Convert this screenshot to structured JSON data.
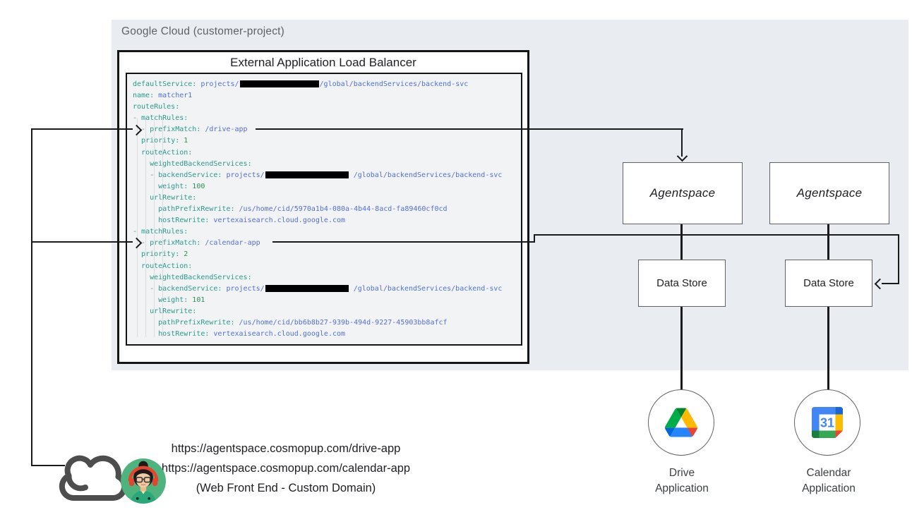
{
  "panel": {
    "title": "Google Cloud (customer-project)"
  },
  "load_balancer": {
    "title": "External Application Load Balancer"
  },
  "code": {
    "lines": [
      [
        {
          "c": "k",
          "t": "defaultService:"
        },
        {
          "c": "s",
          "t": " projects/"
        },
        {
          "c": "r",
          "w": 112
        },
        {
          "c": "s",
          "t": "/global/backendServices/backend-svc"
        }
      ],
      [
        {
          "c": "k",
          "t": "name:"
        },
        {
          "c": "s",
          "t": " matcher1"
        }
      ],
      [
        {
          "c": "k",
          "t": "routeRules:"
        }
      ],
      [
        {
          "c": "d",
          "t": "- "
        },
        {
          "c": "k",
          "t": "matchRules:"
        }
      ],
      [
        {
          "c": "p",
          "t": "  "
        },
        {
          "c": "d",
          "t": "- "
        },
        {
          "c": "k",
          "t": "prefixMatch:"
        },
        {
          "c": "s",
          "t": " /drive-app"
        }
      ],
      [
        {
          "c": "p",
          "t": "  "
        },
        {
          "c": "k",
          "t": "priority:"
        },
        {
          "c": "n",
          "t": " 1"
        }
      ],
      [
        {
          "c": "p",
          "t": "  "
        },
        {
          "c": "k",
          "t": "routeAction:"
        }
      ],
      [
        {
          "c": "p",
          "t": "    "
        },
        {
          "c": "k",
          "t": "weightedBackendServices:"
        }
      ],
      [
        {
          "c": "p",
          "t": "    "
        },
        {
          "c": "d",
          "t": "- "
        },
        {
          "c": "k",
          "t": "backendService:"
        },
        {
          "c": "s",
          "t": " projects/"
        },
        {
          "c": "r",
          "w": 118
        },
        {
          "c": "s",
          "t": " /global/backendServices/backend-svc"
        }
      ],
      [
        {
          "c": "p",
          "t": "      "
        },
        {
          "c": "k",
          "t": "weight:"
        },
        {
          "c": "n",
          "t": " 100"
        }
      ],
      [
        {
          "c": "p",
          "t": "    "
        },
        {
          "c": "k",
          "t": "urlRewrite:"
        }
      ],
      [
        {
          "c": "p",
          "t": "      "
        },
        {
          "c": "k",
          "t": "pathPrefixRewrite:"
        },
        {
          "c": "s",
          "t": " /us/home/cid/5970a1b4-080a-4b44-8acd-fa89460cf0cd"
        }
      ],
      [
        {
          "c": "p",
          "t": "      "
        },
        {
          "c": "k",
          "t": "hostRewrite:"
        },
        {
          "c": "s",
          "t": " vertexaisearch.cloud.google.com"
        }
      ],
      [
        {
          "c": "d",
          "t": "- "
        },
        {
          "c": "k",
          "t": "matchRules:"
        }
      ],
      [
        {
          "c": "p",
          "t": "  "
        },
        {
          "c": "d",
          "t": "- "
        },
        {
          "c": "k",
          "t": "prefixMatch:"
        },
        {
          "c": "s",
          "t": " /calendar-app"
        }
      ],
      [
        {
          "c": "p",
          "t": "  "
        },
        {
          "c": "k",
          "t": "priority:"
        },
        {
          "c": "n",
          "t": " 2"
        }
      ],
      [
        {
          "c": "p",
          "t": "  "
        },
        {
          "c": "k",
          "t": "routeAction:"
        }
      ],
      [
        {
          "c": "p",
          "t": "    "
        },
        {
          "c": "k",
          "t": "weightedBackendServices:"
        }
      ],
      [
        {
          "c": "p",
          "t": "    "
        },
        {
          "c": "d",
          "t": "- "
        },
        {
          "c": "k",
          "t": "backendService:"
        },
        {
          "c": "s",
          "t": " projects/"
        },
        {
          "c": "r",
          "w": 118
        },
        {
          "c": "s",
          "t": " /global/backendServices/backend-svc"
        }
      ],
      [
        {
          "c": "p",
          "t": "      "
        },
        {
          "c": "k",
          "t": "weight:"
        },
        {
          "c": "n",
          "t": " 101"
        }
      ],
      [
        {
          "c": "p",
          "t": "    "
        },
        {
          "c": "k",
          "t": "urlRewrite:"
        }
      ],
      [
        {
          "c": "p",
          "t": "      "
        },
        {
          "c": "k",
          "t": "pathPrefixRewrite:"
        },
        {
          "c": "s",
          "t": " /us/home/cid/bb6b8b27-939b-494d-9227-45903bb8afcf"
        }
      ],
      [
        {
          "c": "p",
          "t": "      "
        },
        {
          "c": "k",
          "t": "hostRewrite:"
        },
        {
          "c": "s",
          "t": " vertexaisearch.cloud.google.com"
        }
      ]
    ]
  },
  "nodes": {
    "agentspace1": "Agentspace",
    "agentspace2": "Agentspace",
    "datastore1": "Data Store",
    "datastore2": "Data Store",
    "drive_app_line1": "Drive",
    "drive_app_line2": "Application",
    "calendar_app_line1": "Calendar",
    "calendar_app_line2": "Application",
    "calendar_day": "31"
  },
  "frontend": {
    "url_drive": "https://agentspace.cosmopup.com/drive-app",
    "url_calendar": "https://agentspace.cosmopup.com/calendar-app",
    "caption": "(Web Front End - Custom Domain)"
  },
  "icons": [
    "drive-icon",
    "calendar-icon",
    "cloud-icon",
    "user-avatar"
  ],
  "colors": {
    "panel_bg": "#e9edf1",
    "code_bg": "#f1f3f4",
    "yaml_key": "#2b9a8c",
    "yaml_string": "#5570d6",
    "yaml_number": "#2e9150",
    "redaction": "#000000",
    "drive_green": "#00ac47",
    "drive_yellow": "#ffba00",
    "drive_blue": "#2684fc",
    "calendar_blue": "#4285f4"
  }
}
